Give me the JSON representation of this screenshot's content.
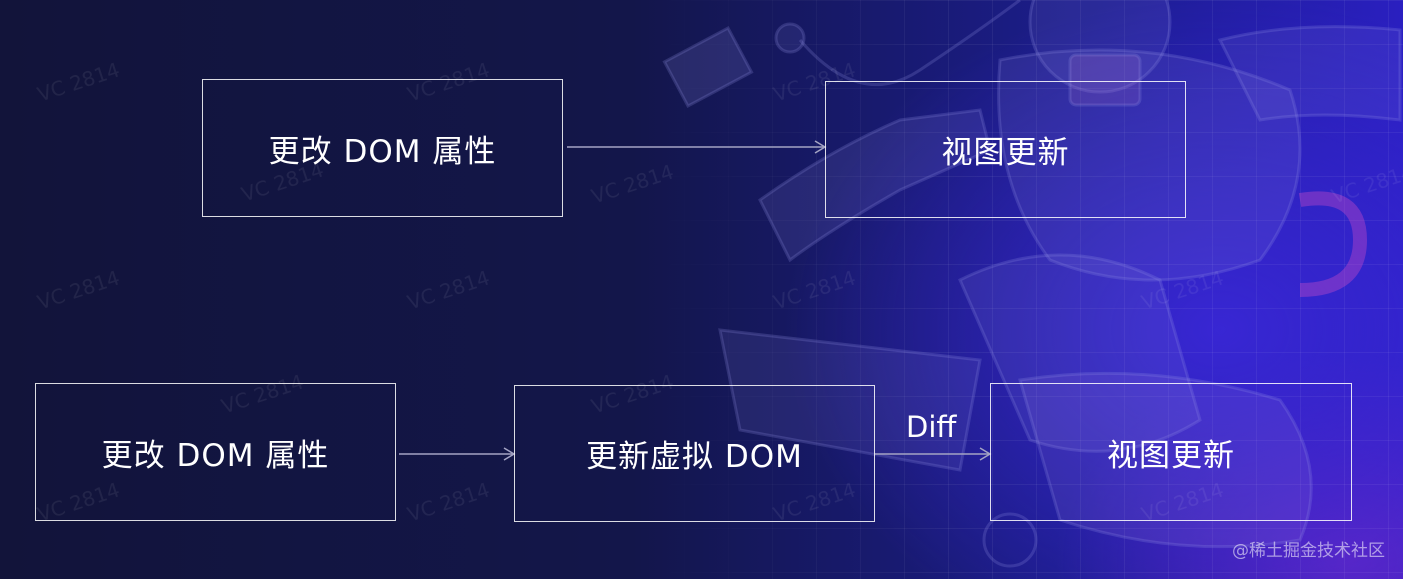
{
  "diagram": {
    "top_flow": {
      "source": "更改 DOM 属性",
      "target": "视图更新"
    },
    "bottom_flow": {
      "source": "更改 DOM 属性",
      "middle": "更新虚拟 DOM",
      "target": "视图更新",
      "edge_label": "Diff"
    }
  },
  "watermark": {
    "text": "VC 2814"
  },
  "credit": "@稀土掘金技术社区",
  "colors": {
    "background_dark": "#12143a",
    "background_accent": "#2a1fc0",
    "box_border": "#ffffff",
    "arrow": "#9a9ab8"
  }
}
